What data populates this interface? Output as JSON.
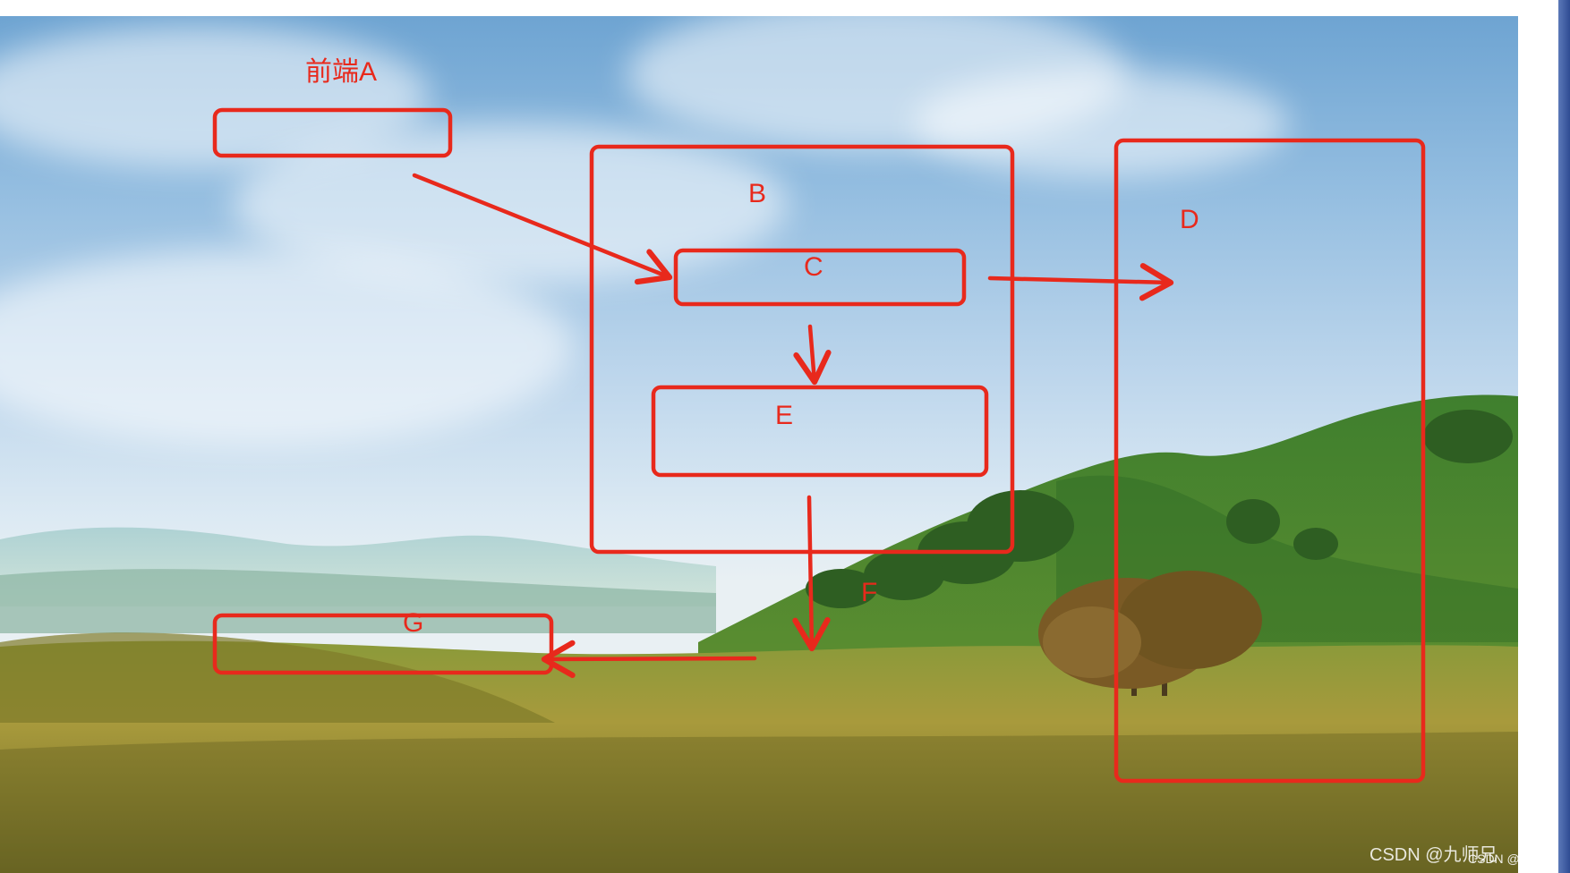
{
  "diagram": {
    "nodes": {
      "A": "前端A",
      "B": "B",
      "C": "C",
      "D": "D",
      "E": "E",
      "F": "F",
      "G": "G"
    }
  },
  "watermark": {
    "primary": "CSDN @九师兄",
    "secondary": "CSDN @九师兄"
  },
  "colors": {
    "annotation": "#e8291c",
    "side_panel": "#2f4c93"
  }
}
